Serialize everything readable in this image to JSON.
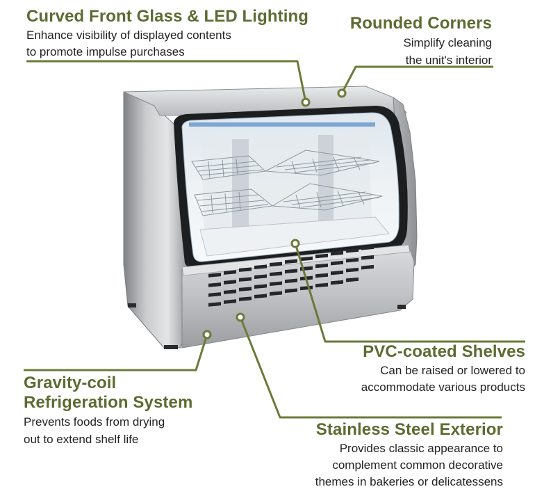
{
  "colors": {
    "accent": "#5c6b31",
    "leader_line": "#6b7a3a",
    "marker_fill": "#ffffff",
    "body_text": "#222222",
    "steel_light": "#d8d9da",
    "steel_dark": "#8d8f92"
  },
  "callouts": {
    "curved_glass": {
      "title": "Curved Front Glass & LED Lighting",
      "lines": [
        "Enhance visibility of displayed contents",
        "to promote impulse purchases"
      ]
    },
    "rounded_corners": {
      "title": "Rounded Corners",
      "lines": [
        "Simplify cleaning",
        "the unit's interior"
      ]
    },
    "pvc_shelves": {
      "title": "PVC-coated Shelves",
      "lines": [
        "Can be raised or lowered to",
        "accommodate various products"
      ]
    },
    "gravity_coil": {
      "title_lines": [
        "Gravity-coil",
        "Refrigeration System"
      ],
      "lines": [
        "Prevents foods from drying",
        "out to extend shelf life"
      ]
    },
    "stainless_exterior": {
      "title": "Stainless Steel Exterior",
      "lines": [
        "Provides classic appearance to",
        "complement common decorative",
        "themes in bakeries or delicatessens"
      ]
    }
  },
  "icons": {
    "marker": "circle-marker-icon"
  }
}
